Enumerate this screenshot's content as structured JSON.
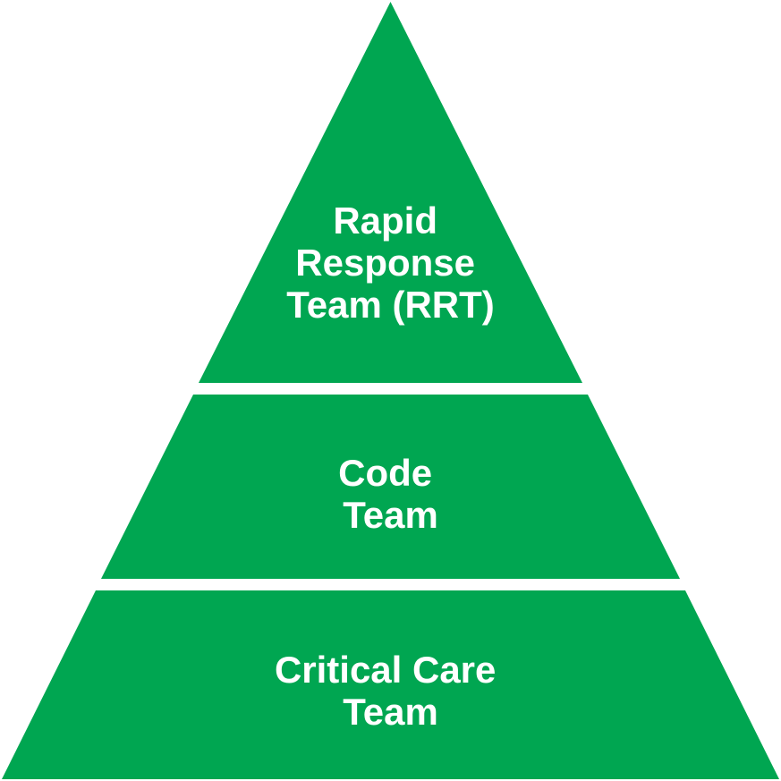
{
  "colors": {
    "tier_fill": "#00a651",
    "background": "#ffffff",
    "text": "#ffffff"
  },
  "tiers": [
    {
      "lines": [
        "Rapid",
        "Response",
        "Team (RRT)"
      ]
    },
    {
      "lines": [
        "Code",
        "Team"
      ]
    },
    {
      "lines": [
        "Critical Care",
        "Team"
      ]
    }
  ]
}
